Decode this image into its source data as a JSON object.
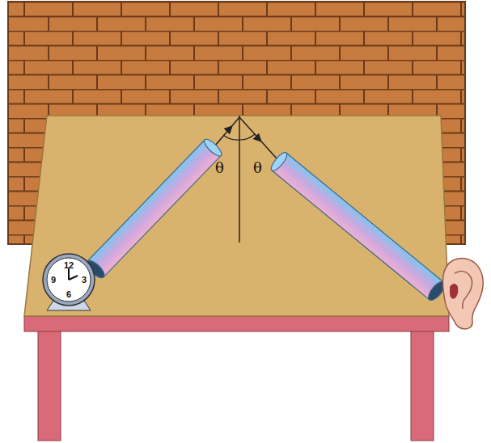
{
  "diagram": {
    "labels": [
      "θ",
      "θ",
      "12",
      "3",
      "6",
      "9"
    ]
  }
}
